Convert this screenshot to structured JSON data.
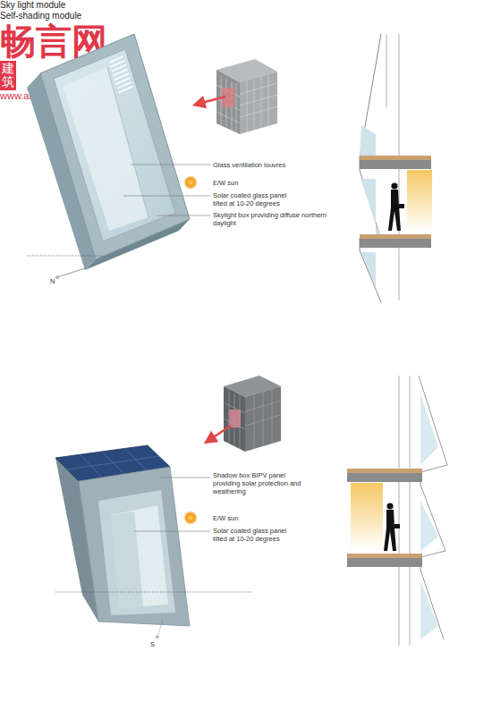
{
  "diagram": {
    "labels": [
      "Glass ventilation louvres",
      "E/W sun",
      "Solar coated glass panel tilted at 10-20 degrees",
      "Skylight box providing diffuse northern daylight",
      "N",
      "Sky light module",
      "Shadow box BIPV panel providing solar protection and weathering",
      "E/W sun",
      "Solar coated glass panel tilted at 10-20 degrees",
      "S",
      "Self-shading module",
      "畅言网",
      "建筑",
      "www.archcy.com"
    ]
  }
}
